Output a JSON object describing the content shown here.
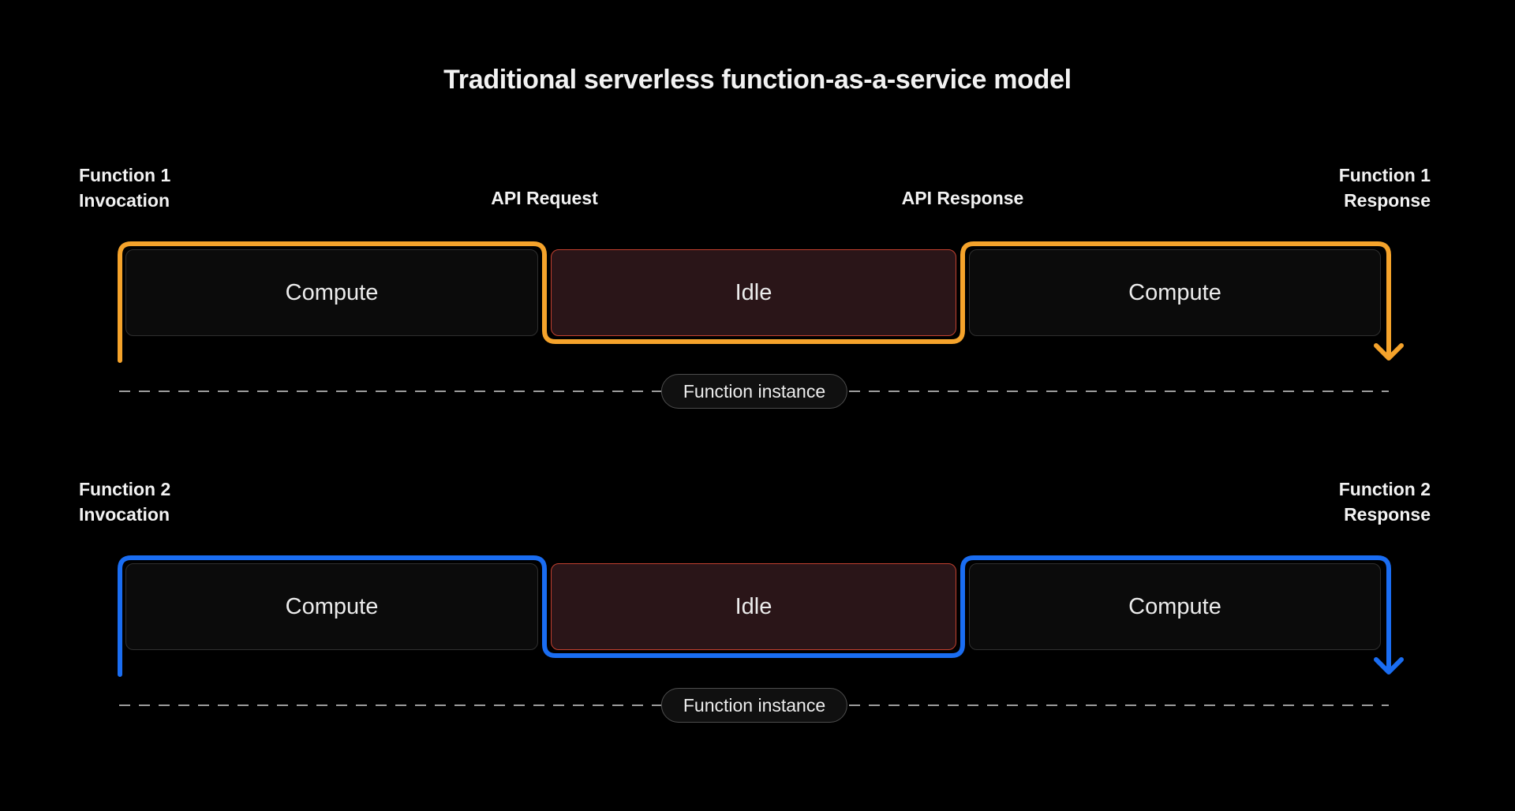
{
  "title": "Traditional serverless function-as-a-service model",
  "colors": {
    "background": "#000000",
    "function1_accent": "#F5A32B",
    "function2_accent": "#1A6DF2",
    "idle_background": "#2A1518",
    "idle_border": "#C2402F",
    "compute_background": "#0B0B0B",
    "compute_border": "#2F2F2F",
    "dashed_line": "#9C9C9C",
    "text": "#F2F2F2"
  },
  "rows": [
    {
      "left_line1": "Function 1",
      "left_line2": "Invocation",
      "api_request": "API Request",
      "api_response": "API Response",
      "box1": "Compute",
      "box2": "Idle",
      "box3": "Compute",
      "right_line1": "Function 1",
      "right_line2": "Response",
      "instance_pill": "Function instance"
    },
    {
      "left_line1": "Function 2",
      "left_line2": "Invocation",
      "box1": "Compute",
      "box2": "Idle",
      "box3": "Compute",
      "right_line1": "Function 2",
      "right_line2": "Response",
      "instance_pill": "Function instance"
    }
  ]
}
